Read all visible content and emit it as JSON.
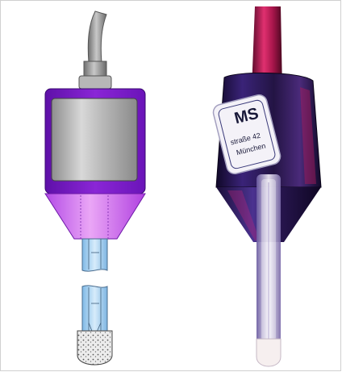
{
  "left_panel": {
    "name": "sensor-schematic",
    "colors": {
      "cable": "#8f8f8f",
      "connector": "#b5b5b5",
      "housing_frame": "#8a1fd0",
      "housing_face": "#a6a6a6",
      "cone": "#d36af0",
      "glass_tube": "#a9d4f2",
      "frit": "#e8e8e8"
    }
  },
  "right_panel": {
    "name": "sensor-photo",
    "label_plate": {
      "brand": "MS",
      "line1": "straße 42",
      "line2": "München"
    },
    "colors": {
      "body": "#2a1a55",
      "cable": "#c01a55",
      "plate": "#f4f2f8",
      "tip": "#f6efef"
    }
  }
}
